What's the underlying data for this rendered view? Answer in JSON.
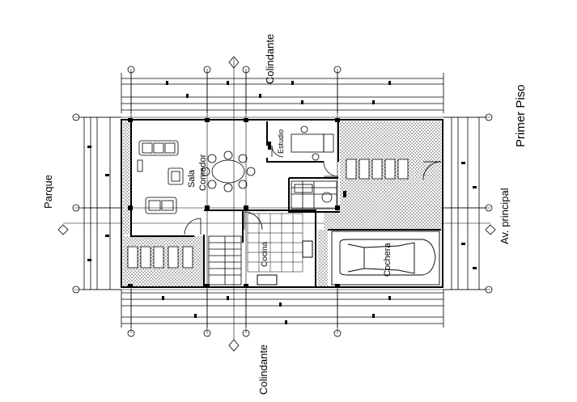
{
  "labels": {
    "colindante_top": "Colindante",
    "colindante_bottom": "Colindante",
    "parque": "Parque",
    "av_principal": "Av. principal",
    "primer_piso": "Primer Piso",
    "sala": "Sala",
    "comedor": "Comedor",
    "estudio": "Estudio",
    "cocina": "Cocina",
    "cochera": "Cochera"
  },
  "colors": {
    "ink": "#000000",
    "background": "#ffffff"
  }
}
